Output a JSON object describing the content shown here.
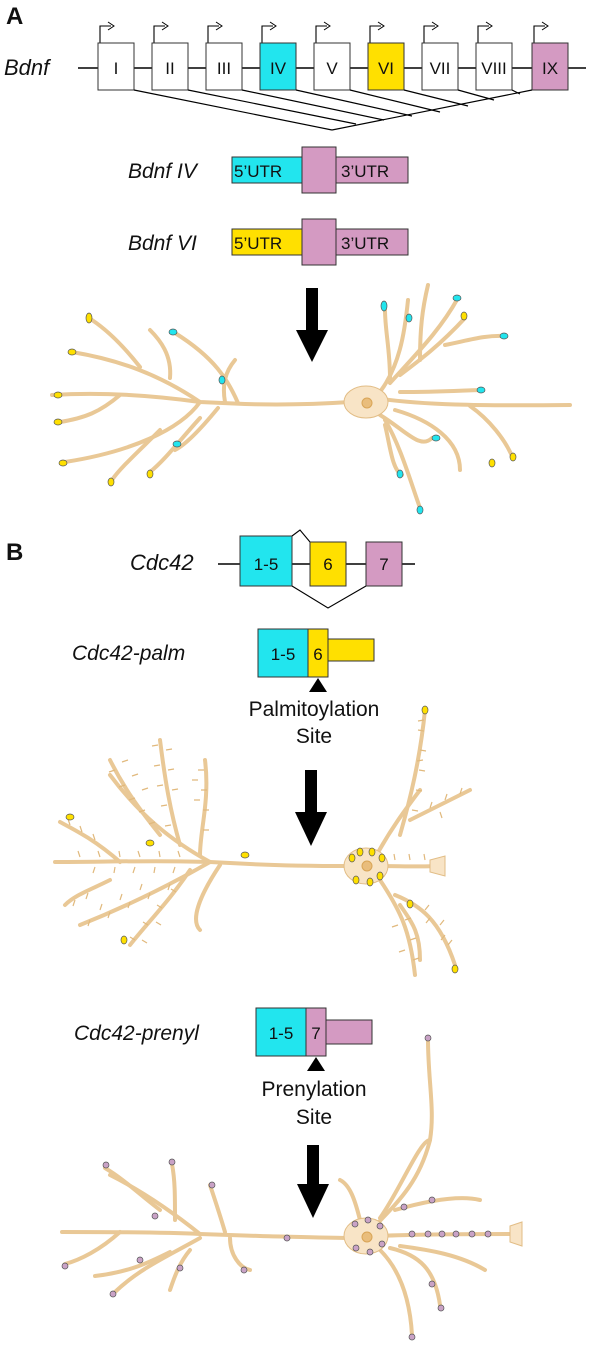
{
  "panel_a": {
    "label": "A",
    "gene": "Bdnf",
    "exons": [
      "I",
      "II",
      "III",
      "IV",
      "V",
      "VI",
      "VII",
      "VIII",
      "IX"
    ],
    "transcripts": [
      {
        "name": "Bdnf IV",
        "utr5": "5’UTR",
        "utr3": "3’UTR",
        "color": "#22e5ee"
      },
      {
        "name": "Bdnf VI",
        "utr5": "5’UTR",
        "utr3": "3’UTR",
        "color": "#ffe000"
      }
    ]
  },
  "panel_b": {
    "label": "B",
    "gene": "Cdc42",
    "exons": [
      "1-5",
      "6",
      "7"
    ],
    "isoforms": [
      {
        "name": "Cdc42-palm",
        "exon_a": "1-5",
        "exon_b": "6",
        "site": [
          "Palmitoylation",
          "Site"
        ]
      },
      {
        "name": "Cdc42-prenyl",
        "exon_a": "1-5",
        "exon_b": "7",
        "site": [
          "Prenylation",
          "Site"
        ]
      }
    ]
  },
  "colors": {
    "cyan": "#22e5ee",
    "yellow": "#ffe000",
    "mauve": "#d49ac2",
    "neuron": "#f8e4c6"
  }
}
